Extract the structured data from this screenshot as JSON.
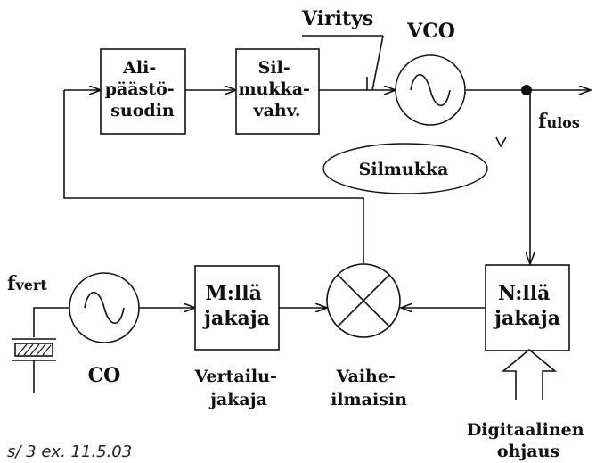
{
  "blocks": {
    "lowpass": [
      "Ali-",
      "päästö-",
      "suodin"
    ],
    "loop_amp": [
      "Sil-",
      "mukka-",
      "vahv."
    ],
    "vco": "VCO",
    "m_divider": [
      "M:llä",
      "jakaja"
    ],
    "n_divider": [
      "N:llä",
      "jakaja"
    ],
    "co": "CO"
  },
  "labels": {
    "tuning": "Viritys",
    "loop": "Silmukka",
    "f_out_main": "f",
    "f_out_sub": "ulos",
    "f_ref_main": "f",
    "f_ref_sub": "vert",
    "reference_divider": [
      "Vertailu-",
      "jakaja"
    ],
    "phase_detector": [
      "Vaihe-",
      "ilmaisin"
    ],
    "digital_control": [
      "Digitaalinen",
      "ohjaus"
    ]
  },
  "handwriting": "s/ 3 ex. 11.5.03"
}
